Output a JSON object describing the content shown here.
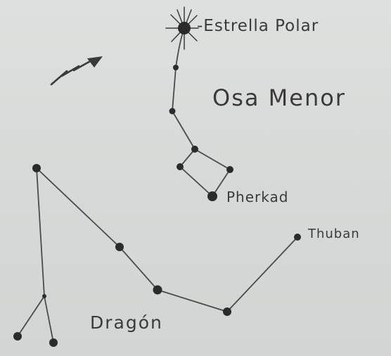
{
  "labels": {
    "polaris": "-Estrella Polar",
    "ursa_minor": "Osa Menor",
    "pherkad": "Pherkad",
    "thuban": "Thuban",
    "draco": "Dragón"
  },
  "colors": {
    "ink": "#3a3a3a",
    "paper": "#d9dcda",
    "star": "#2b2b2b"
  },
  "icons": {
    "north_arrow": "north-arrow-icon"
  }
}
